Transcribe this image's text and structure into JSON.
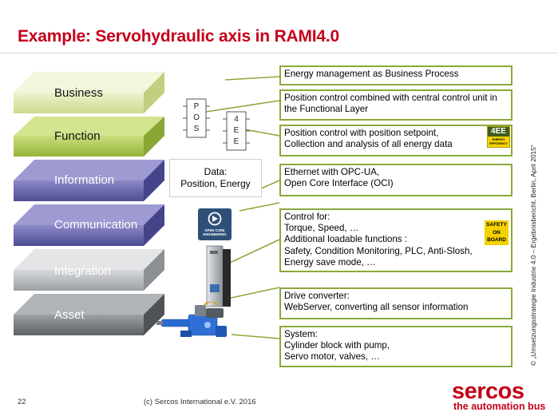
{
  "title": "Example: Servohydraulic axis in RAMI4.0",
  "layers": [
    {
      "label": "Business"
    },
    {
      "label": "Function"
    },
    {
      "label": "Information"
    },
    {
      "label": "Communication"
    },
    {
      "label": "Integration"
    },
    {
      "label": "Asset"
    }
  ],
  "pos_block": {
    "letters": [
      "P",
      "O",
      "S"
    ]
  },
  "ee_block": {
    "letters": [
      "4",
      "E",
      "E"
    ]
  },
  "data_box": {
    "line1": "Data:",
    "line2": "Position, Energy"
  },
  "opc_icon": {
    "line1": "OPEN CORE",
    "line2": "ENGINEERING"
  },
  "boxes": [
    {
      "lines": [
        "Energy management as Business Process"
      ]
    },
    {
      "lines": [
        "Position control combined with central control unit in",
        "the Functional Layer"
      ]
    },
    {
      "lines": [
        "Position control with position setpoint,",
        "Collection and analysis of all energy data"
      ]
    },
    {
      "lines": [
        "Ethernet with OPC-UA,",
        "Open Core Interface (OCI)"
      ]
    },
    {
      "lines": [
        "Control for:",
        "Torque, Speed, …",
        "Additional loadable functions :",
        "Safety, Condition Monitoring, PLC, Anti-Slosh,",
        "Energy save mode, …"
      ]
    },
    {
      "lines": [
        "Drive converter:",
        "WebServer, converting all sensor information"
      ]
    },
    {
      "lines": [
        "System:",
        "Cylinder block with pump,",
        "Servo motor, valves, …"
      ]
    }
  ],
  "badge_4ee": {
    "title": "4EE",
    "sub1": "ENERGY",
    "sub2": "EFFICIENCY"
  },
  "badge_safety": {
    "line1": "SAFETY",
    "line2": "ON",
    "line3": "BOARD"
  },
  "footer": {
    "page": "22",
    "copyright": "(c) Sercos International e.V. 2016"
  },
  "source_note": "© „Umsetzungsstrategie Industrie 4.0 – Ergebnisbericht, Berlin, April 2015“",
  "logo": {
    "name": "sercos",
    "tagline": "the automation bus"
  },
  "colors": {
    "title_red": "#c4001a",
    "business": "#d8e2a0",
    "function": "#a3c24a",
    "information": "#5c5aa0",
    "communication": "#5c5aa0",
    "integration": "#a8abaf",
    "asset": "#6e7378",
    "box_border": "#8aa93b"
  }
}
